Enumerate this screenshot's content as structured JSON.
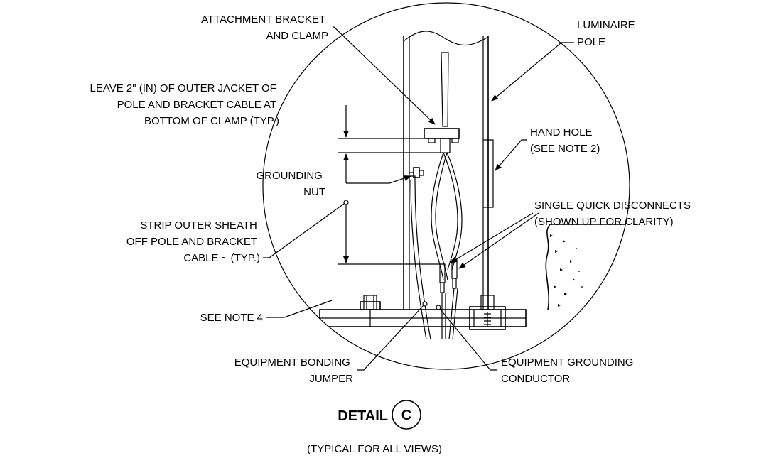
{
  "labels": {
    "attachment_bracket": [
      "ATTACHMENT BRACKET",
      "AND CLAMP"
    ],
    "luminaire_pole": [
      "LUMINAIRE",
      "POLE"
    ],
    "leave_jacket": [
      "LEAVE 2\" (IN) OF OUTER JACKET OF",
      "POLE AND BRACKET CABLE  AT",
      "BOTTOM OF CLAMP (TYP.)"
    ],
    "hand_hole": [
      "HAND HOLE",
      "(SEE NOTE 2)"
    ],
    "grounding_nut": [
      "GROUNDING",
      "NUT"
    ],
    "quick_disconnects": [
      "SINGLE QUICK DISCONNECTS",
      "(SHOWN UP FOR CLARITY)"
    ],
    "strip_sheath": [
      "STRIP OUTER SHEATH",
      "OFF POLE AND BRACKET",
      "CABLE ~ (TYP.)"
    ],
    "see_note_4": [
      "SEE NOTE 4"
    ],
    "bonding_jumper": [
      "EQUIPMENT BONDING",
      "JUMPER"
    ],
    "grounding_conductor": [
      "EQUIPMENT GROUNDING",
      "CONDUCTOR"
    ]
  },
  "detail": {
    "title": "DETAIL",
    "symbol": "C",
    "subtitle": "(TYPICAL FOR ALL VIEWS)"
  }
}
